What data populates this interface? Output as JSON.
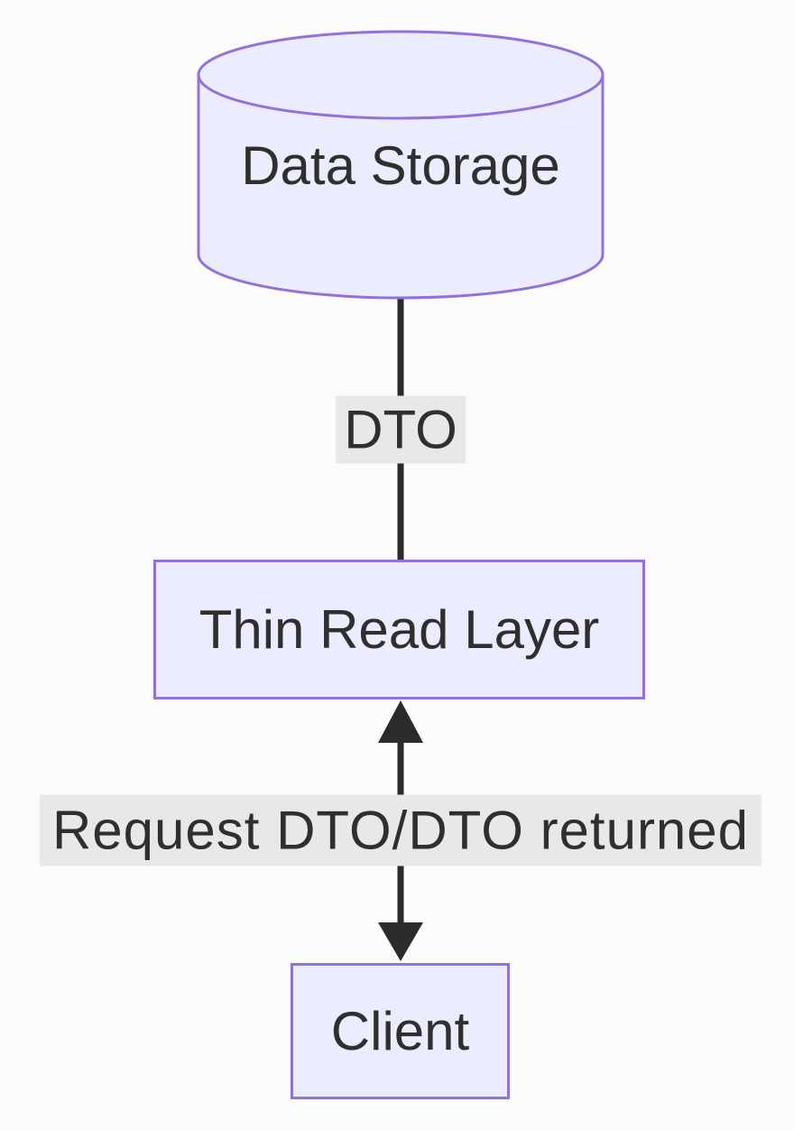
{
  "diagram": {
    "type": "flowchart-top-down",
    "nodes": [
      {
        "id": "data-storage",
        "label": "Data Storage",
        "shape": "cylinder"
      },
      {
        "id": "thin-read-layer",
        "label": "Thin Read Layer",
        "shape": "rectangle"
      },
      {
        "id": "client",
        "label": "Client",
        "shape": "rectangle"
      }
    ],
    "edges": [
      {
        "from": "data-storage",
        "to": "thin-read-layer",
        "label": "DTO",
        "style": "plain-line"
      },
      {
        "from": "thin-read-layer",
        "to": "client",
        "label": "Request DTO/DTO returned",
        "style": "double-headed-arrow"
      }
    ]
  },
  "colors": {
    "background": "#fbfbfb",
    "node_fill": "#ECECFF",
    "node_border": "#9370DB",
    "edge_line": "#2b2b2b",
    "label_background": "#e8e8e8",
    "text": "#2f2f2f"
  }
}
